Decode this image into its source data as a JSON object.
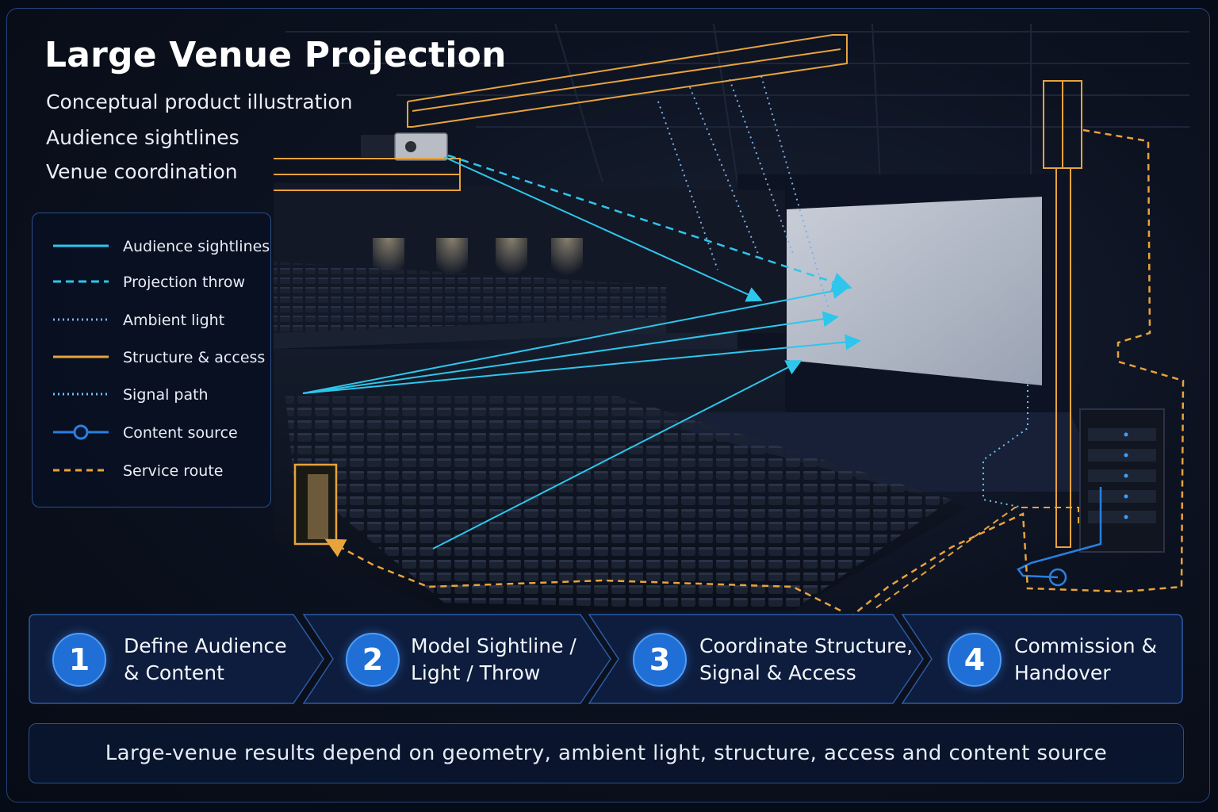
{
  "header": {
    "title": "Large Venue Projection",
    "subtitles": [
      "Conceptual product illustration",
      "Audience sightlines",
      "Venue coordination"
    ]
  },
  "legend": {
    "items": [
      {
        "label": "Audience sightlines",
        "style": "solid",
        "color": "#2ec6ec"
      },
      {
        "label": "Projection throw",
        "style": "dashed",
        "color": "#2ec6ec"
      },
      {
        "label": "Ambient light",
        "style": "dotted",
        "color": "#7fb0e6"
      },
      {
        "label": "Structure & access",
        "style": "solid",
        "color": "#e8a33c"
      },
      {
        "label": "Signal path",
        "style": "dotted",
        "color": "#6ec4f0"
      },
      {
        "label": "Content source",
        "style": "node",
        "color": "#2a7fe0"
      },
      {
        "label": "Service route",
        "style": "dashed",
        "color": "#e8a33c"
      }
    ]
  },
  "steps": [
    {
      "number": "1",
      "label_line1": "Define Audience",
      "label_line2": "& Content"
    },
    {
      "number": "2",
      "label_line1": "Model Sightline /",
      "label_line2": "Light / Throw"
    },
    {
      "number": "3",
      "label_line1": "Coordinate Structure,",
      "label_line2": "Signal & Access"
    },
    {
      "number": "4",
      "label_line1": "Commission &",
      "label_line2": "Handover"
    }
  ],
  "footer": {
    "text": "Large-venue results depend on geometry, ambient light, structure, access and content source"
  },
  "colors": {
    "sightline": "#2ec6ec",
    "structure": "#e8a33c",
    "accent_blue": "#1f6fd6",
    "border": "#2c4f8c"
  }
}
